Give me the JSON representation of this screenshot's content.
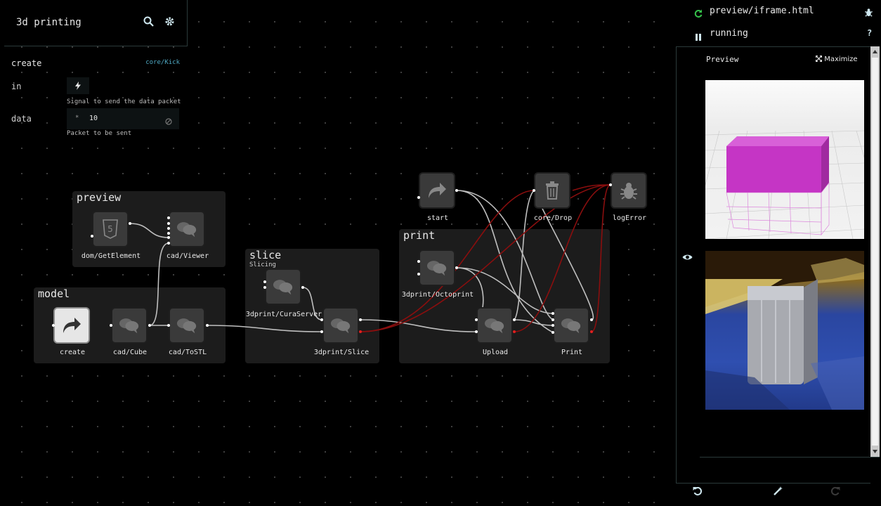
{
  "graph": {
    "title": "3d printing",
    "search_icon": "search-icon",
    "settings_icon": "gear-icon"
  },
  "inspector": {
    "node_name": "create",
    "component": "core/Kick",
    "ports": [
      {
        "name": "in",
        "value": "",
        "icon": "bolt-icon",
        "description": "Signal to send the data packet"
      },
      {
        "name": "data",
        "type_symbol": "*",
        "value": "10",
        "icon": "clear-icon",
        "description": "Packet to be sent"
      }
    ]
  },
  "groups": [
    {
      "name": "preview",
      "description": ""
    },
    {
      "name": "model",
      "description": ""
    },
    {
      "name": "slice",
      "description": "Slicing"
    },
    {
      "name": "print",
      "description": ""
    }
  ],
  "nodes": [
    {
      "id": "getelement",
      "label": "dom/GetElement",
      "icon": "html5-icon"
    },
    {
      "id": "viewer",
      "label": "cad/Viewer",
      "icon": "comments-icon"
    },
    {
      "id": "create",
      "label": "create",
      "icon": "share-arrow-icon",
      "selected": true
    },
    {
      "id": "cube",
      "label": "cad/Cube",
      "icon": "comments-icon"
    },
    {
      "id": "tostl",
      "label": "cad/ToSTL",
      "icon": "comments-icon"
    },
    {
      "id": "curaserver",
      "label": "3dprint/CuraServer",
      "icon": "comments-icon"
    },
    {
      "id": "slice",
      "label": "3dprint/Slice",
      "icon": "comments-icon"
    },
    {
      "id": "start",
      "label": "start",
      "icon": "share-arrow-icon"
    },
    {
      "id": "drop",
      "label": "core/Drop",
      "icon": "trash-icon"
    },
    {
      "id": "logerror",
      "label": "logError",
      "icon": "bug-icon"
    },
    {
      "id": "octoprint",
      "label": "3dprint/Octoprint",
      "icon": "comments-icon"
    },
    {
      "id": "upload",
      "label": "Upload",
      "icon": "comments-icon"
    },
    {
      "id": "print",
      "label": "Print",
      "icon": "comments-icon"
    }
  ],
  "runtime": {
    "file": "preview/iframe.html",
    "status": "running",
    "help": "?",
    "preview_title": "Preview",
    "maximize_label": "Maximize"
  },
  "colors": {
    "edge": "#bfbfbf",
    "error_edge": "#8a0e0e",
    "accent": "#35c04a",
    "link": "#4fa9c4",
    "cube": "#c535c5"
  }
}
